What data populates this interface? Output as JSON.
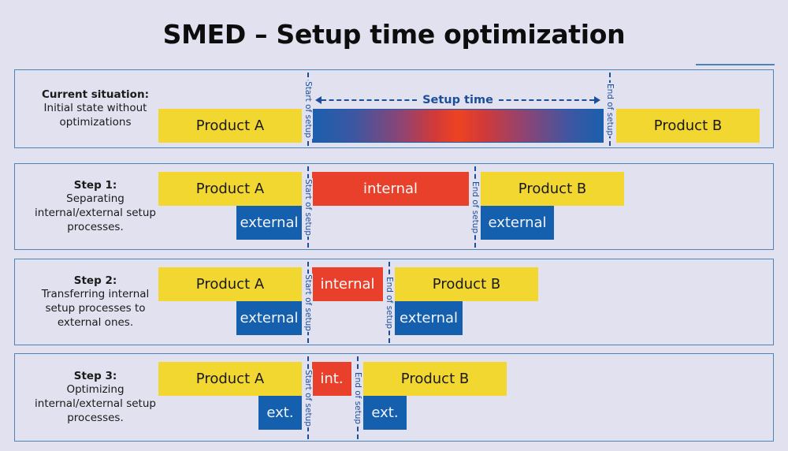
{
  "title": "SMED – Setup time optimization",
  "colors": {
    "background": "#E2E1F0",
    "panel_border": "#4D84B8",
    "yellow_product": "#F2D731",
    "blue_external": "#1560AE",
    "red_internal": "#E8402A",
    "marker_blue": "#1B4F9C"
  },
  "markers": {
    "start_of_setup": "Start of setup",
    "end_of_setup": "End of setup"
  },
  "setup_time_label": "Setup time",
  "rows": [
    {
      "label_title": "Current situation:",
      "label_desc_lines": [
        "Initial state without",
        "optimizations"
      ],
      "product_a": "Product A",
      "product_b": "Product B",
      "setup_bar": "gradient"
    },
    {
      "label_title": "Step 1:",
      "label_desc_lines": [
        "Separating",
        "internal/external setup",
        "processes."
      ],
      "product_a": "Product A",
      "product_b": "Product B",
      "internal": "internal",
      "external_left": "external",
      "external_right": "external"
    },
    {
      "label_title": "Step 2:",
      "label_desc_lines": [
        "Transferring internal",
        "setup processes to",
        "external ones."
      ],
      "product_a": "Product A",
      "product_b": "Product B",
      "internal": "internal",
      "external_left": "external",
      "external_right": "external"
    },
    {
      "label_title": "Step 3:",
      "label_desc_lines": [
        "Optimizing",
        "internal/external setup",
        "processes."
      ],
      "product_a": "Product A",
      "product_b": "Product B",
      "internal": "int.",
      "external_left": "ext.",
      "external_right": "ext."
    }
  ]
}
